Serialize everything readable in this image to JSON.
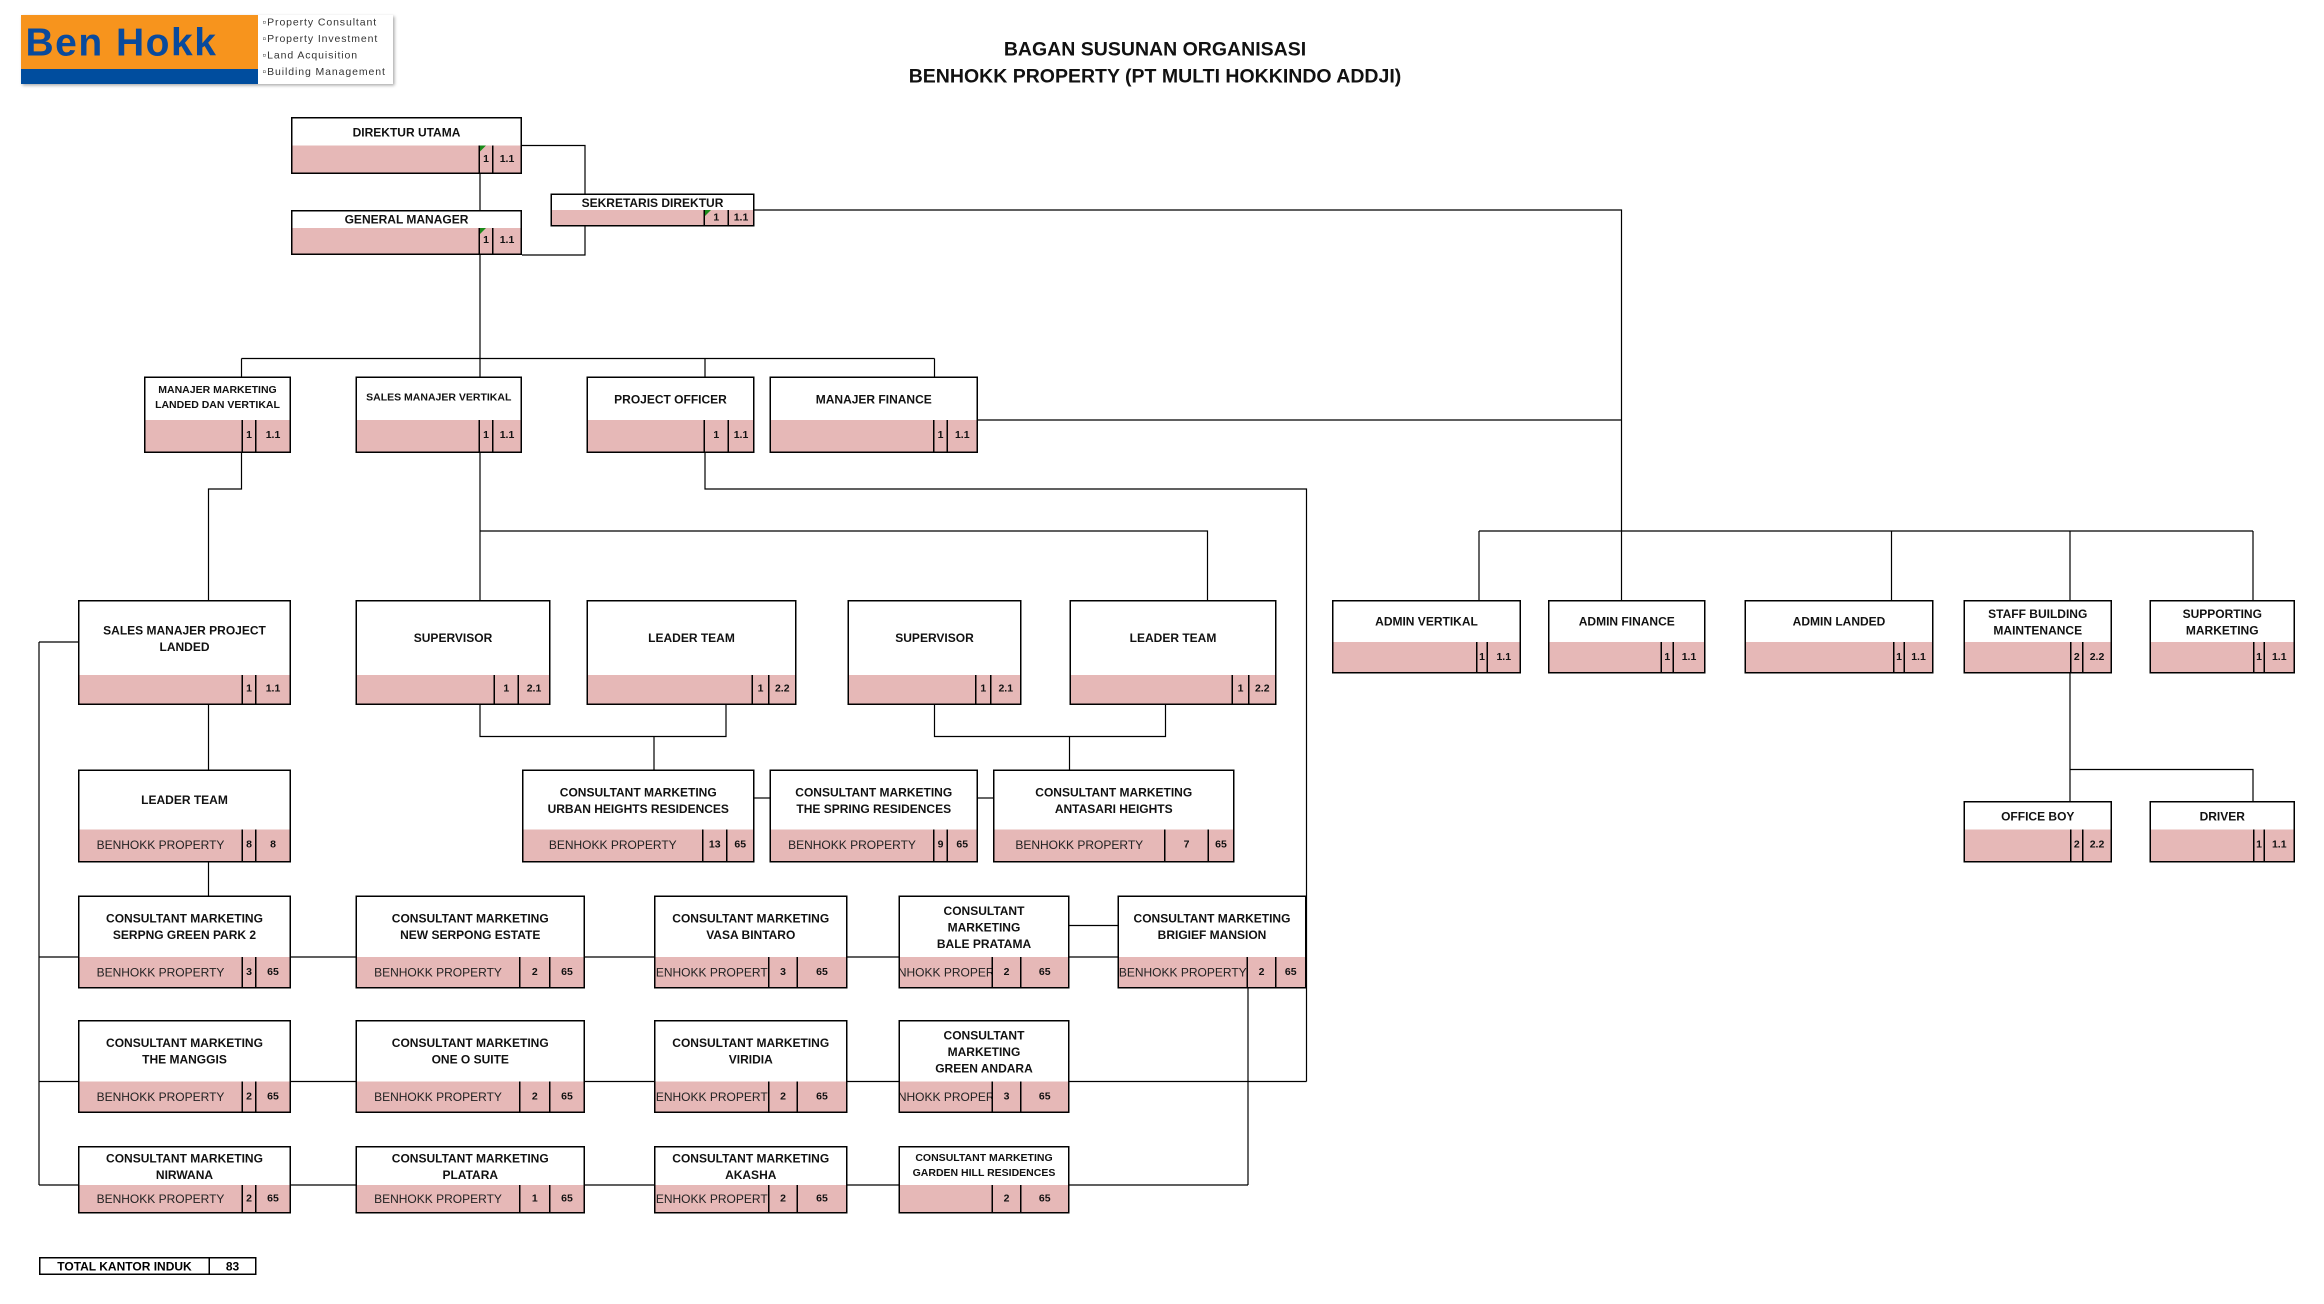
{
  "logo": {
    "brand": "Ben Hokk",
    "services": [
      "Property Consultant",
      "Property Investment",
      "Land Acquisition",
      "Building Management"
    ]
  },
  "header": {
    "title_line1": "BAGAN SUSUNAN ORGANISASI",
    "title_line2": "BENHOKK PROPERTY (PT MULTI HOKKINDO ADDJI)"
  },
  "colors": {
    "cell_fill": "#e6b8b7",
    "logo_orange": "#f7941d",
    "logo_blue": "#004d9e"
  },
  "positions": [
    {
      "title": "DIREKTUR UTAMA",
      "property": "",
      "count": "1",
      "level": "1.1"
    },
    {
      "title": "GENERAL MANAGER",
      "property": "",
      "count": "1",
      "level": "1.1"
    },
    {
      "title": "SEKRETARIS DIREKTUR",
      "property": "",
      "count": "1",
      "level": "1.1"
    },
    {
      "title": "MANAJER MARKETING\nLANDED DAN VERTIKAL",
      "property": "",
      "count": "1",
      "level": "1.1"
    },
    {
      "title": "SALES MANAJER VERTIKAL",
      "property": "",
      "count": "1",
      "level": "1.1"
    },
    {
      "title": "PROJECT OFFICER",
      "property": "",
      "count": "1",
      "level": "1.1"
    },
    {
      "title": "MANAJER FINANCE",
      "property": "",
      "count": "1",
      "level": "1.1"
    },
    {
      "title": "SALES MANAJER PROJECT\nLANDED",
      "property": "",
      "count": "1",
      "level": "1.1"
    },
    {
      "title": "SUPERVISOR",
      "property": "",
      "count": "1",
      "level": "2.1"
    },
    {
      "title": "LEADER TEAM",
      "property": "",
      "count": "1",
      "level": "2.2"
    },
    {
      "title": "SUPERVISOR",
      "property": "",
      "count": "1",
      "level": "2.1"
    },
    {
      "title": "LEADER TEAM",
      "property": "",
      "count": "1",
      "level": "2.2"
    },
    {
      "title": "ADMIN VERTIKAL",
      "property": "",
      "count": "1",
      "level": "1.1"
    },
    {
      "title": "ADMIN FINANCE",
      "property": "",
      "count": "1",
      "level": "1.1"
    },
    {
      "title": "ADMIN LANDED",
      "property": "",
      "count": "1",
      "level": "1.1"
    },
    {
      "title": "STAFF BUILDING\nMAINTENANCE",
      "property": "",
      "count": "2",
      "level": "2.2"
    },
    {
      "title": "SUPPORTING\nMARKETING",
      "property": "",
      "count": "1",
      "level": "1.1"
    },
    {
      "title": "OFFICE BOY",
      "property": "",
      "count": "2",
      "level": "2.2"
    },
    {
      "title": "DRIVER",
      "property": "",
      "count": "1",
      "level": "1.1"
    },
    {
      "title": "LEADER TEAM",
      "property": "BENHOKK PROPERTY",
      "count": "8",
      "level": "8"
    },
    {
      "title": "CONSULTANT MARKETING\nURBAN HEIGHTS RESIDENCES",
      "property": "BENHOKK PROPERTY",
      "count": "13",
      "level": "65"
    },
    {
      "title": "CONSULTANT MARKETING\nTHE SPRING RESIDENCES",
      "property": "BENHOKK PROPERTY",
      "count": "9",
      "level": "65"
    },
    {
      "title": "CONSULTANT MARKETING\nANTASARI HEIGHTS",
      "property": "BENHOKK PROPERTY",
      "count": "7",
      "level": "65"
    },
    {
      "title": "CONSULTANT MARKETING\nSERPNG GREEN PARK 2",
      "property": "BENHOKK PROPERTY",
      "count": "3",
      "level": "65"
    },
    {
      "title": "CONSULTANT MARKETING\nNEW SERPONG ESTATE",
      "property": "BENHOKK PROPERTY",
      "count": "2",
      "level": "65"
    },
    {
      "title": "CONSULTANT MARKETING\nVASA BINTARO",
      "property": "BENHOKK PROPERTY",
      "count": "3",
      "level": "65"
    },
    {
      "title": "CONSULTANT\nMARKETING\nBALE PRATAMA",
      "property": "BENHOKK PROPERTY",
      "count": "2",
      "level": "65"
    },
    {
      "title": "CONSULTANT MARKETING\nBRIGIEF MANSION",
      "property": "BENHOKK PROPERTY",
      "count": "2",
      "level": "65"
    },
    {
      "title": "CONSULTANT MARKETING\nTHE MANGGIS",
      "property": "BENHOKK PROPERTY",
      "count": "2",
      "level": "65"
    },
    {
      "title": "CONSULTANT MARKETING\nONE O SUITE",
      "property": "BENHOKK PROPERTY",
      "count": "2",
      "level": "65"
    },
    {
      "title": "CONSULTANT MARKETING\nVIRIDIA",
      "property": "BENHOKK PROPERTY",
      "count": "2",
      "level": "65"
    },
    {
      "title": "CONSULTANT\nMARKETING\nGREEN ANDARA",
      "property": "BENHOKK PROPERTY",
      "count": "3",
      "level": "65"
    },
    {
      "title": "CONSULTANT MARKETING\nNIRWANA",
      "property": "BENHOKK PROPERTY",
      "count": "2",
      "level": "65"
    },
    {
      "title": "CONSULTANT MARKETING\nPLATARA",
      "property": "BENHOKK PROPERTY",
      "count": "1",
      "level": "65"
    },
    {
      "title": "CONSULTANT MARKETING\nAKASHA",
      "property": "BENHOKK PROPERTY",
      "count": "2",
      "level": "65"
    },
    {
      "title": "CONSULTANT MARKETING\nGARDEN HILL RESIDENCES",
      "property": "",
      "count": "2",
      "level": "65"
    }
  ],
  "total": {
    "label": "TOTAL KANTOR INDUK",
    "value": "83"
  }
}
